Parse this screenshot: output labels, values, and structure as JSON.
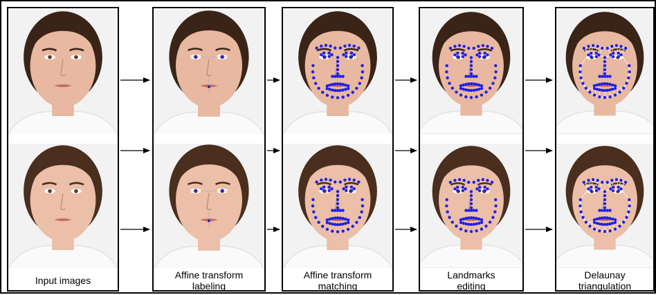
{
  "panels": [
    {
      "id": "input",
      "caption_line1": "Input images",
      "caption_line2": ""
    },
    {
      "id": "affine-labeling",
      "caption_line1": "Affine transform",
      "caption_line2": "labeling"
    },
    {
      "id": "affine-matching",
      "caption_line1": "Affine transform",
      "caption_line2": "matching"
    },
    {
      "id": "landmarks-editing",
      "caption_line1": "Landmarks",
      "caption_line2": "editing"
    },
    {
      "id": "delaunay",
      "caption_line1": "Delaunay",
      "caption_line2": "triangulation"
    }
  ],
  "faces": {
    "top": {
      "subject": "male",
      "skin": "#e8b8a0",
      "hair": "#3a2418"
    },
    "bottom": {
      "subject": "female",
      "skin": "#ebbfa8",
      "hair": "#4a2e1e"
    }
  },
  "colors": {
    "landmark": "#2020e0",
    "mesh": "#ffffff",
    "border": "#000000",
    "face_bg": "#f2f2f2"
  }
}
